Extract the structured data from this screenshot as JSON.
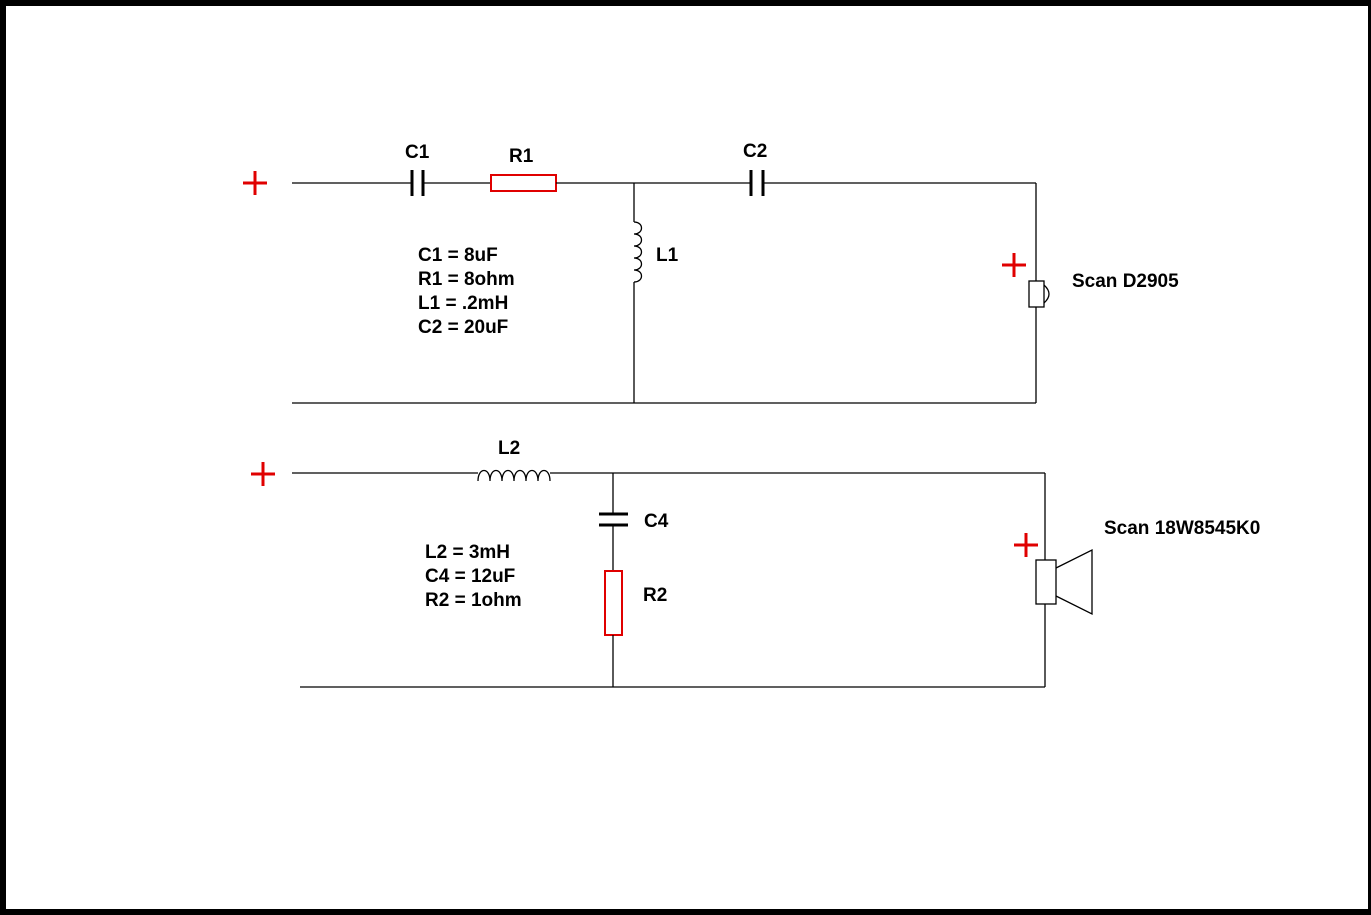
{
  "colors": {
    "component": "#e00000",
    "polarity": "#e00000",
    "wire": "#000000"
  },
  "circuit1": {
    "c1_label": "C1",
    "r1_label": "R1",
    "c2_label": "C2",
    "l1_label": "L1",
    "values": [
      "C1 = 8uF",
      "R1 = 8ohm",
      "L1 = .2mH",
      "C2 = 20uF"
    ],
    "driver_label": "Scan D2905"
  },
  "circuit2": {
    "l2_label": "L2",
    "c4_label": "C4",
    "r2_label": "R2",
    "values": [
      "L2 = 3mH",
      "C4 = 12uF",
      "R2 = 1ohm"
    ],
    "driver_label": "Scan 18W8545K0"
  }
}
